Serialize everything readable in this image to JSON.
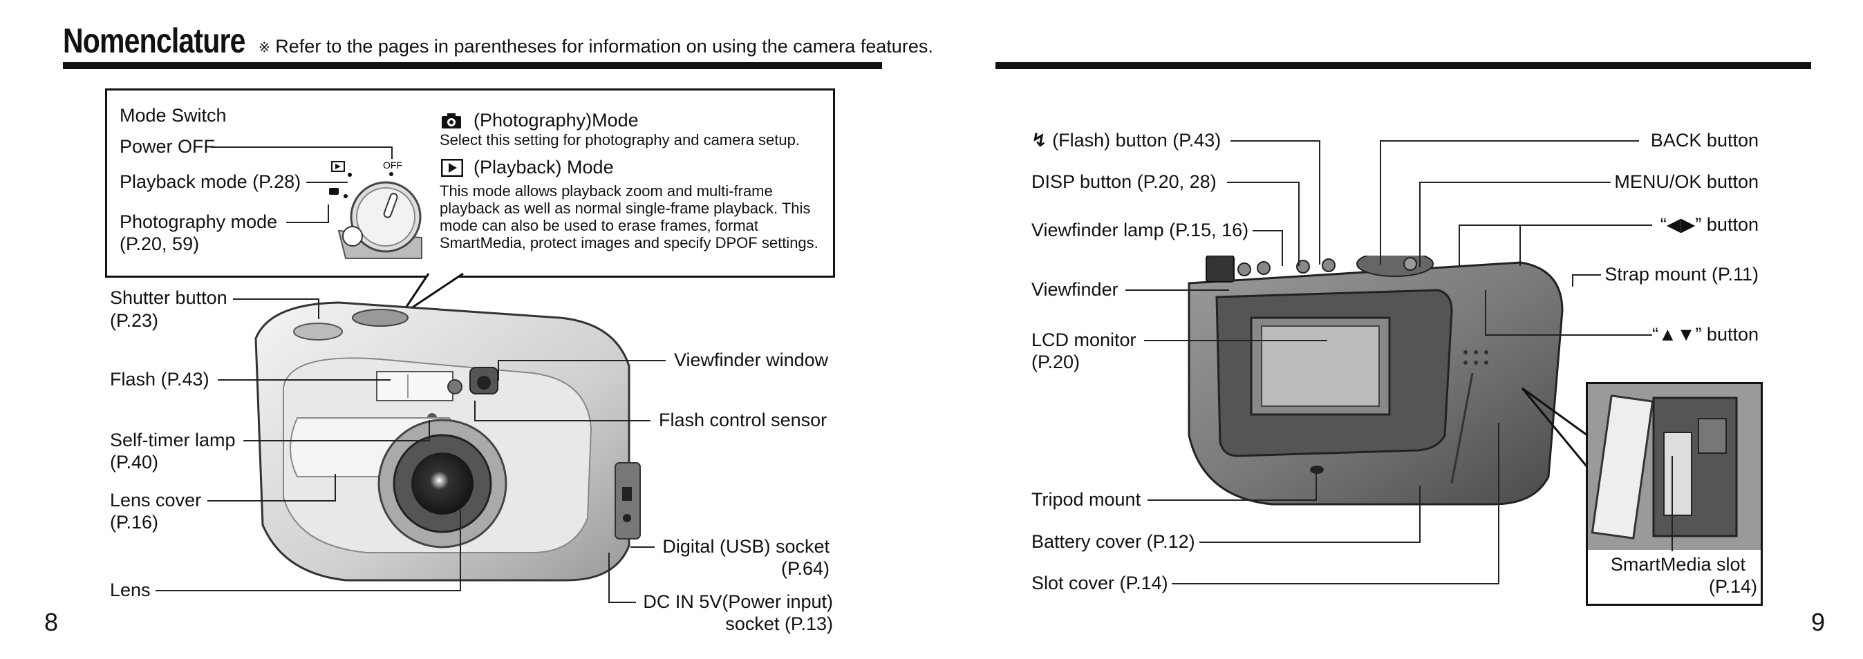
{
  "header": {
    "title": "Nomenclature",
    "note_mark": "※",
    "note": "Refer to the pages in parentheses for information on using the camera features."
  },
  "left_page": {
    "page_number": "8",
    "callout": {
      "mode_switch": "Mode Switch",
      "power_off": "Power OFF",
      "playback_mode": "Playback mode (P.28)",
      "photography_mode_line1": "Photography mode",
      "photography_mode_line2": "(P.20, 59)",
      "dial_off": "OFF",
      "photo_heading": "(Photography)Mode",
      "photo_text": "Select this setting for photography and camera setup.",
      "playback_heading": "(Playback) Mode",
      "playback_text": [
        "This  mode  allows  playback  zoom  and  multi-frame",
        "playback as well as normal single-frame playback. This",
        "mode  can  also  be  used  to  erase  frames,  format",
        "SmartMedia, protect images and specify DPOF settings."
      ]
    },
    "labels": {
      "shutter_button": [
        "Shutter button",
        "(P.23)"
      ],
      "flash": "Flash (P.43)",
      "self_timer": [
        "Self-timer lamp",
        "(P.40)"
      ],
      "lens_cover": [
        "Lens cover",
        "(P.16)"
      ],
      "lens": "Lens",
      "viewfinder_window": "Viewfinder window",
      "flash_sensor": "Flash control sensor",
      "usb_socket": [
        "Digital (USB) socket",
        "(P.64)"
      ],
      "dc_in": [
        "DC IN 5V(Power input)",
        "socket (P.13)"
      ]
    }
  },
  "right_page": {
    "page_number": "9",
    "labels": {
      "flash_button": "(Flash) button (P.43)",
      "disp_button": "DISP button (P.20, 28)",
      "viewfinder_lamp": "Viewfinder lamp (P.15, 16)",
      "viewfinder": "Viewfinder",
      "lcd_monitor": [
        "LCD monitor",
        "(P.20)"
      ],
      "tripod_mount": "Tripod mount",
      "battery_cover": "Battery cover (P.12)",
      "slot_cover": "Slot cover (P.14)",
      "back_button": "BACK button",
      "menu_ok_button": "MENU/OK button",
      "lr_button": "“◀▶” button",
      "strap_mount": "Strap mount (P.11)",
      "ud_button": "“▲▼” button",
      "smartmedia_slot": [
        "SmartMedia slot",
        "(P.14)"
      ]
    }
  }
}
